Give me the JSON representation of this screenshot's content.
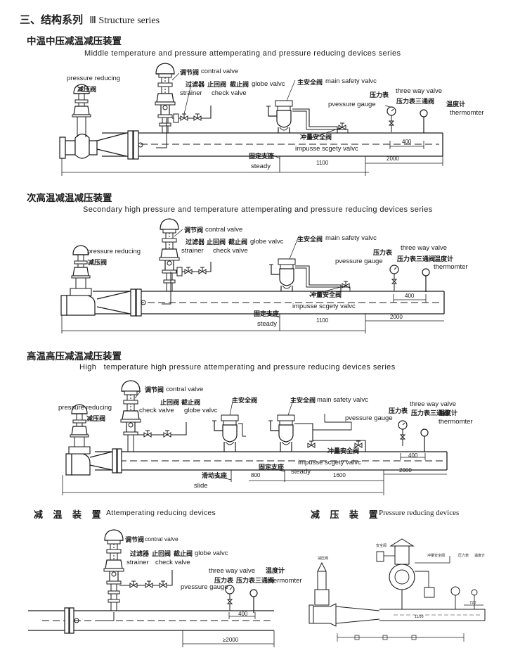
{
  "header": {
    "title_cn": "三、结构系列",
    "title_en": "Ⅲ Structure series"
  },
  "labels": {
    "pressure_reducing": "pressure reducing",
    "pressure_reducing_cn": "减压阀",
    "control_valve": "contral valve",
    "control_valve_cn": "调节阀",
    "strainer_cn": "过滤器",
    "check_cn": "止回阀",
    "globe_cn": "截止阀",
    "globe_valve": "globe valvc",
    "strainer": "strainer",
    "check_valve": "check valve",
    "check_valve_alt": "check valve",
    "main_safety_cn": "主安全阀",
    "main_safety": "main safety valvc",
    "pressure_gauge_cn": "压力表",
    "pressure_gauge": "pvessure gauge",
    "three_way_valve": "three way valve",
    "three_way_cn": "压力表三通阀",
    "thermometer_cn": "温度计",
    "thermometer": "thermomter",
    "impulse_cn": "冲量安全阀",
    "impulse": "impusse scgety valvc",
    "steady_cn": "固定支座",
    "steady": "steady",
    "slide_cn": "滑动支座",
    "slide": "slide"
  },
  "sections": [
    {
      "title_cn": "中温中压减温减压装置",
      "title_en": "Middle temperature and pressure attemperating and pressure reducing devices series",
      "dims": [
        "400",
        "1100",
        "2000"
      ]
    },
    {
      "title_cn": "次高温减温减压装置",
      "title_en": "Secondary high pressure and temperature attemperating and pressure reducing devices series",
      "dims": [
        "400",
        "1100",
        "2000"
      ]
    },
    {
      "title_cn": "高温高压减温减压装置",
      "title_en": "High   temperature high pressure attemperating and pressure reducing devices series",
      "dims": [
        "400",
        "800",
        "1600",
        "2000"
      ]
    }
  ],
  "bottom_left": {
    "title_cn": "减 温 装 置",
    "title_en": "Attemperating reducing devices",
    "dims": [
      "400",
      "≥2000"
    ]
  },
  "bottom_right": {
    "title_cn": "减 压 装 置",
    "title_en": "Pressure reducing devices",
    "tiny_labels": [
      "减压阀",
      "安全阀",
      "冲量安全阀",
      "压力表",
      "温度计"
    ],
    "dims": [
      "1100",
      "720"
    ]
  },
  "colors": {
    "line": "#1a1a1a",
    "background": "#ffffff"
  }
}
